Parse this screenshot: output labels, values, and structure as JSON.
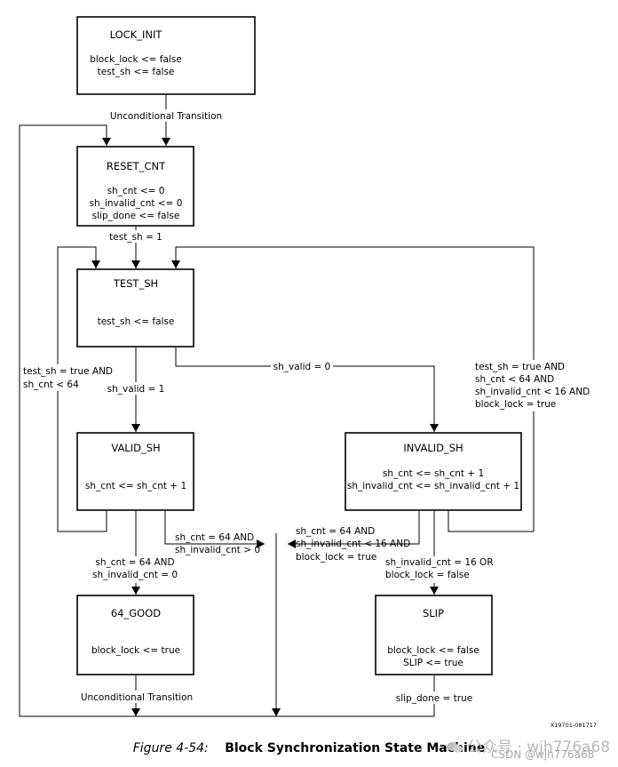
{
  "states": {
    "lock_init": {
      "name": "LOCK_INIT",
      "actions": [
        "block_lock <= false",
        "test_sh <= false"
      ]
    },
    "reset_cnt": {
      "name": "RESET_CNT",
      "actions": [
        "sh_cnt <= 0",
        "sh_invalid_cnt <= 0",
        "slip_done <= false"
      ]
    },
    "test_sh": {
      "name": "TEST_SH",
      "actions": [
        "test_sh <= false"
      ]
    },
    "valid_sh": {
      "name": "VALID_SH",
      "actions": [
        "sh_cnt <= sh_cnt + 1"
      ]
    },
    "invalid_sh": {
      "name": "INVALID_SH",
      "actions": [
        "sh_cnt <= sh_cnt + 1",
        "sh_invalid_cnt <= sh_invalid_cnt + 1"
      ]
    },
    "good_64": {
      "name": "64_GOOD",
      "actions": [
        "block_lock <= true"
      ]
    },
    "slip": {
      "name": "SLIP",
      "actions": [
        "block_lock <= false",
        "SLIP <= true"
      ]
    }
  },
  "transitions": {
    "init_to_reset": "Unconditional Transition",
    "reset_to_test": "test_sh = 1",
    "test_to_valid": "sh_valid = 1",
    "test_to_invalid": "sh_valid = 0",
    "valid_loop": [
      "test_sh = true AND",
      "sh_cnt < 64"
    ],
    "valid_to_reset": [
      "sh_cnt = 64 AND",
      "sh_invalid_cnt > 0"
    ],
    "valid_to_good": [
      "sh_cnt = 64 AND",
      "sh_invalid_cnt = 0"
    ],
    "invalid_to_reset": [
      "sh_cnt = 64 AND",
      "sh_invalid_cnt < 16 AND",
      "block_lock = true"
    ],
    "invalid_loop": [
      "test_sh = true AND",
      "sh_cnt < 64 AND",
      "sh_invalid_cnt < 16 AND",
      "block_lock = true"
    ],
    "invalid_to_slip": [
      "sh_invalid_cnt = 16 OR",
      "block_lock = false"
    ],
    "good_to_reset": "Unconditional Transition",
    "slip_to_reset": "slip_done = true"
  },
  "figure_id": "X19701-081717",
  "caption": {
    "figure": "Figure 4-54:",
    "title": "Block Synchronization State Machine"
  },
  "watermark": {
    "top": "公众号 · wjh776a68",
    "bottom": "CSDN @wjh776a68"
  }
}
